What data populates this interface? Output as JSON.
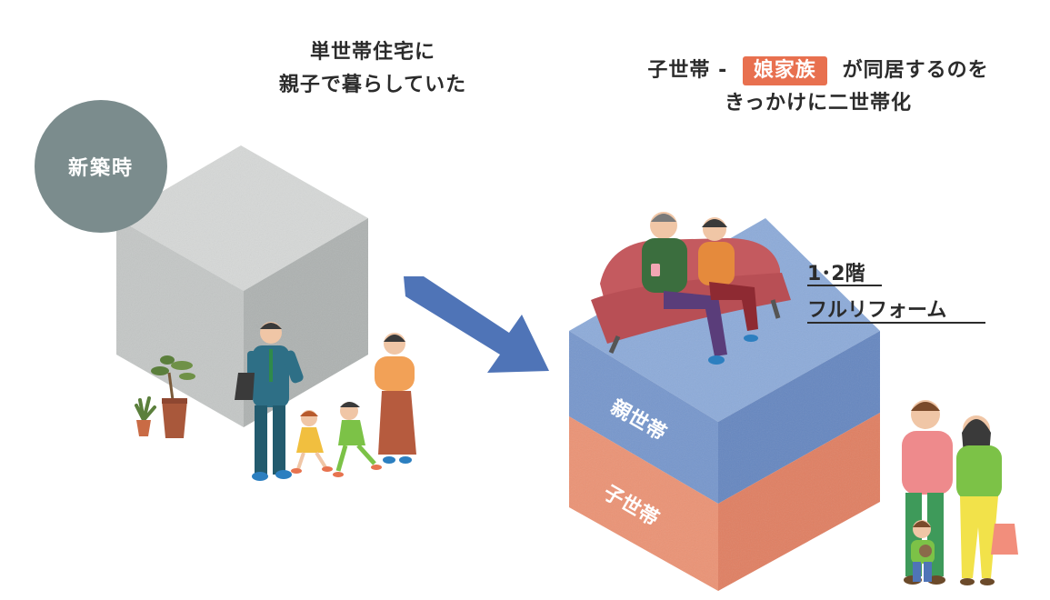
{
  "captions": {
    "left_line1": "単世帯住宅に",
    "left_line2": "親子で暮らしていた",
    "right_prefix": "子世帯 -",
    "right_highlight": "娘家族",
    "right_suffix": "が同居するのを",
    "right_line2": "きっかけに二世帯化"
  },
  "badge": {
    "label": "新築時"
  },
  "house_after": {
    "upper_label": "親世帯",
    "lower_label": "子世帯"
  },
  "renovation": {
    "line1": "1･2階",
    "line2": "フルリフォーム"
  },
  "colors": {
    "cube_before": "#c8cbca",
    "upper_floor": "#7f9fd2",
    "lower_floor": "#eb9375",
    "arrow": "#4f74b7",
    "highlight": "#e8704f",
    "badge": "#7b8c8d"
  }
}
